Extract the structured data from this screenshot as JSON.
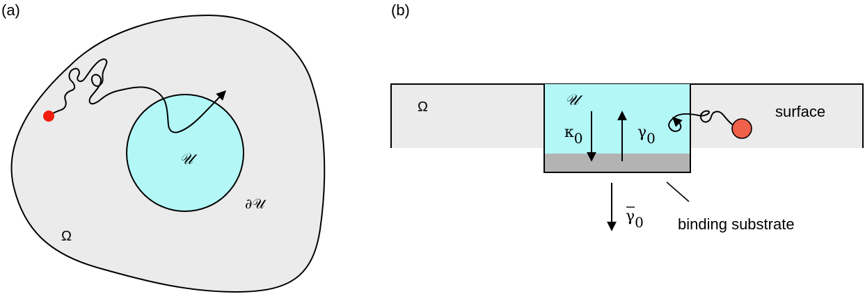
{
  "panel_a": {
    "label": "(a)",
    "domain_symbol": "Ω",
    "target_symbol": "𝒰",
    "boundary_symbol": "∂𝒰",
    "colors": {
      "domain_fill": "#ebebeb",
      "target_fill": "#b3f7f7",
      "particle": "#f01e0f"
    }
  },
  "panel_b": {
    "label": "(b)",
    "domain_symbol": "Ω",
    "target_symbol": "𝒰",
    "kappa_symbol": "κ",
    "kappa_subscript": "0",
    "gamma_symbol": "γ",
    "gamma_subscript": "0",
    "gammabar_symbol": "γ",
    "gammabar_subscript": "0",
    "surface_label": "surface",
    "substrate_label": "binding substrate",
    "colors": {
      "domain_fill": "#ebebeb",
      "target_fill": "#b3f7f7",
      "substrate_fill": "#b3b3b3",
      "particle": "#f0604a"
    }
  }
}
